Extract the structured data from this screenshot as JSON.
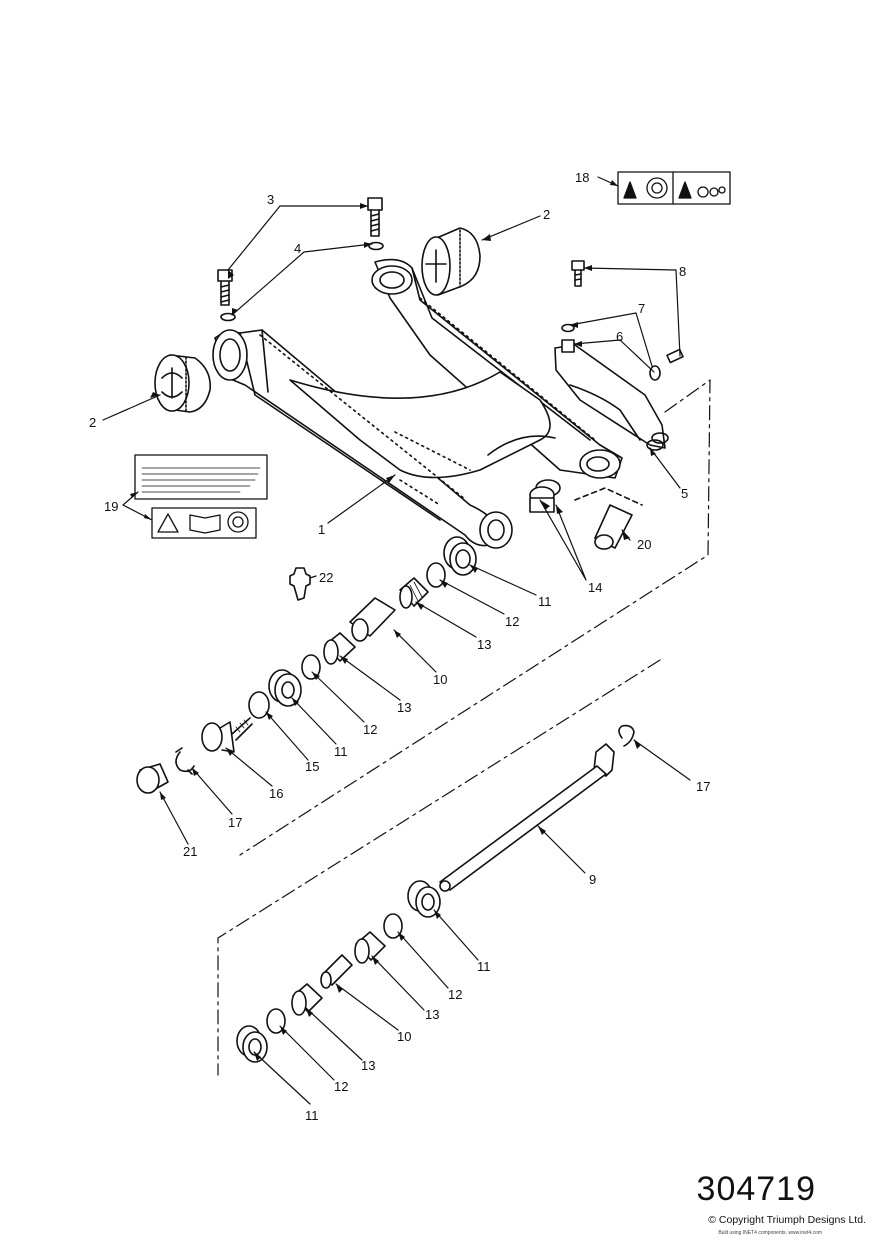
{
  "diagram": {
    "ref_number": "304719",
    "copyright": "© Copyright Triumph Designs Ltd.",
    "credit": "Built using INET4 components. www.inet4.com",
    "callouts": [
      {
        "id": "c2a",
        "label": "2"
      },
      {
        "id": "c2b",
        "label": "2"
      },
      {
        "id": "c3",
        "label": "3"
      },
      {
        "id": "c4",
        "label": "4"
      },
      {
        "id": "c18",
        "label": "18"
      },
      {
        "id": "c8",
        "label": "8"
      },
      {
        "id": "c7",
        "label": "7"
      },
      {
        "id": "c6",
        "label": "6"
      },
      {
        "id": "c5",
        "label": "5"
      },
      {
        "id": "c19",
        "label": "19"
      },
      {
        "id": "c1",
        "label": "1"
      },
      {
        "id": "c20",
        "label": "20"
      },
      {
        "id": "c14",
        "label": "14"
      },
      {
        "id": "c22",
        "label": "22"
      },
      {
        "id": "c11a",
        "label": "11"
      },
      {
        "id": "c12a",
        "label": "12"
      },
      {
        "id": "c13a",
        "label": "13"
      },
      {
        "id": "c10a",
        "label": "10"
      },
      {
        "id": "c13b",
        "label": "13"
      },
      {
        "id": "c12b",
        "label": "12"
      },
      {
        "id": "c11b",
        "label": "11"
      },
      {
        "id": "c15",
        "label": "15"
      },
      {
        "id": "c16",
        "label": "16"
      },
      {
        "id": "c17a",
        "label": "17"
      },
      {
        "id": "c21",
        "label": "21"
      },
      {
        "id": "c17b",
        "label": "17"
      },
      {
        "id": "c9",
        "label": "9"
      },
      {
        "id": "c11c",
        "label": "11"
      },
      {
        "id": "c12c",
        "label": "12"
      },
      {
        "id": "c13c",
        "label": "13"
      },
      {
        "id": "c10b",
        "label": "10"
      },
      {
        "id": "c13d",
        "label": "13"
      },
      {
        "id": "c12d",
        "label": "12"
      },
      {
        "id": "c11d",
        "label": "11"
      }
    ]
  }
}
